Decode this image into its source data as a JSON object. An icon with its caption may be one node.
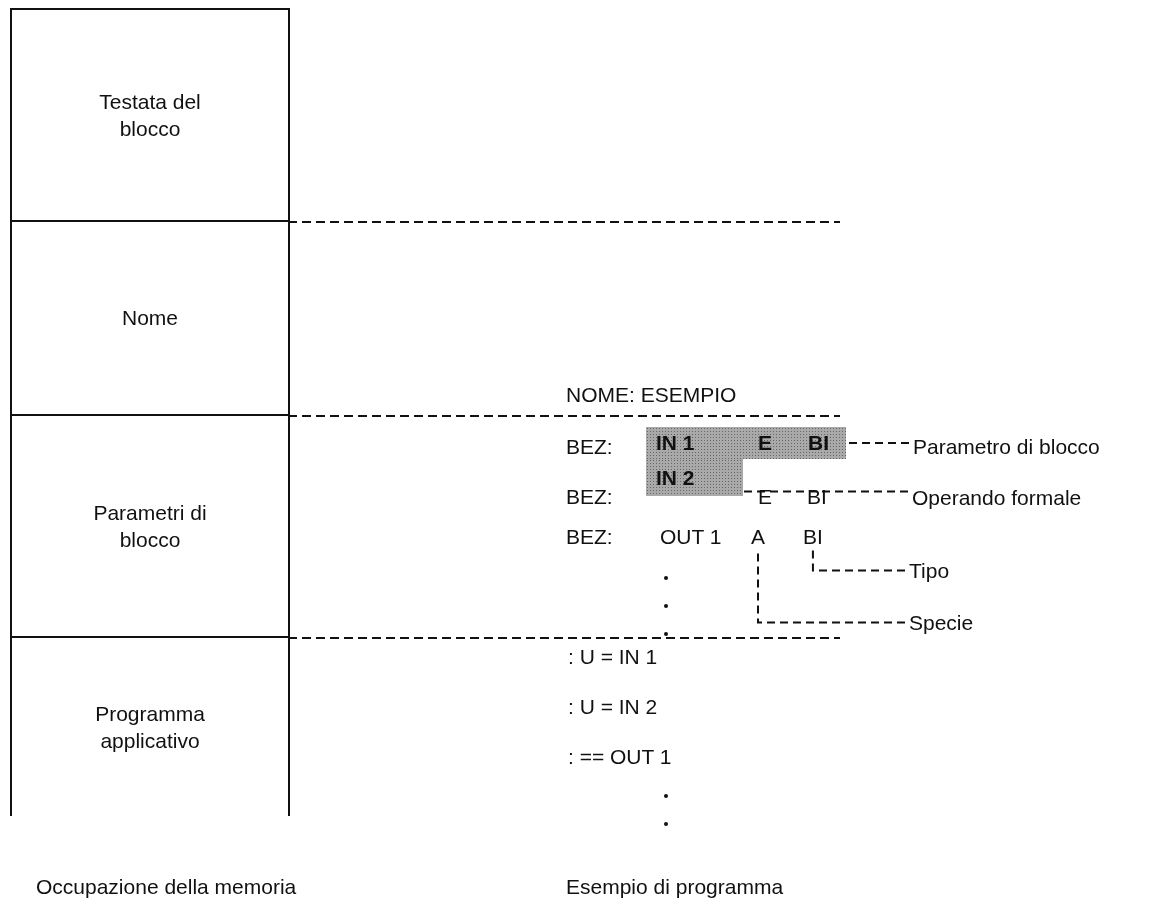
{
  "diagram": {
    "nodes": [
      {
        "text": [
          "Testata del blocco"
        ]
      },
      {
        "text": [
          "Nome"
        ]
      },
      {
        "text": [
          "Parametri di blocco"
        ]
      },
      {
        "text": [
          "Programma applicativo"
        ]
      },
      {
        "text": [
          "Parametro di blocco"
        ]
      },
      {
        "text": [
          "IN 1",
          "E",
          "BI"
        ]
      },
      {
        "text": [
          "Operando formale"
        ]
      },
      {
        "text": [
          "IN 2"
        ]
      },
      {
        "text": [
          "Tipo"
        ]
      },
      {
        "text": [
          "BI"
        ]
      },
      {
        "text": [
          "Specie"
        ]
      },
      {
        "text": [
          "A"
        ]
      }
    ],
    "edges": [
      {
        "from": 4,
        "to": 5,
        "arrow": "none",
        "style": "dashed"
      },
      {
        "from": 6,
        "to": 7,
        "arrow": "none",
        "style": "dashed"
      },
      {
        "from": 8,
        "to": 9,
        "arrow": "none",
        "style": "dashed"
      },
      {
        "from": 10,
        "to": 11,
        "arrow": "none",
        "style": "dashed"
      }
    ],
    "labels": [
      "NOME: ESEMPIO",
      "BEZ:",
      "BEZ:",
      "E",
      "BI",
      "BEZ:",
      "OUT 1",
      ": U = IN 1",
      ": U = IN 2",
      ": == OUT 1",
      "Occupazione della memoria",
      "Esempio di programma"
    ]
  }
}
